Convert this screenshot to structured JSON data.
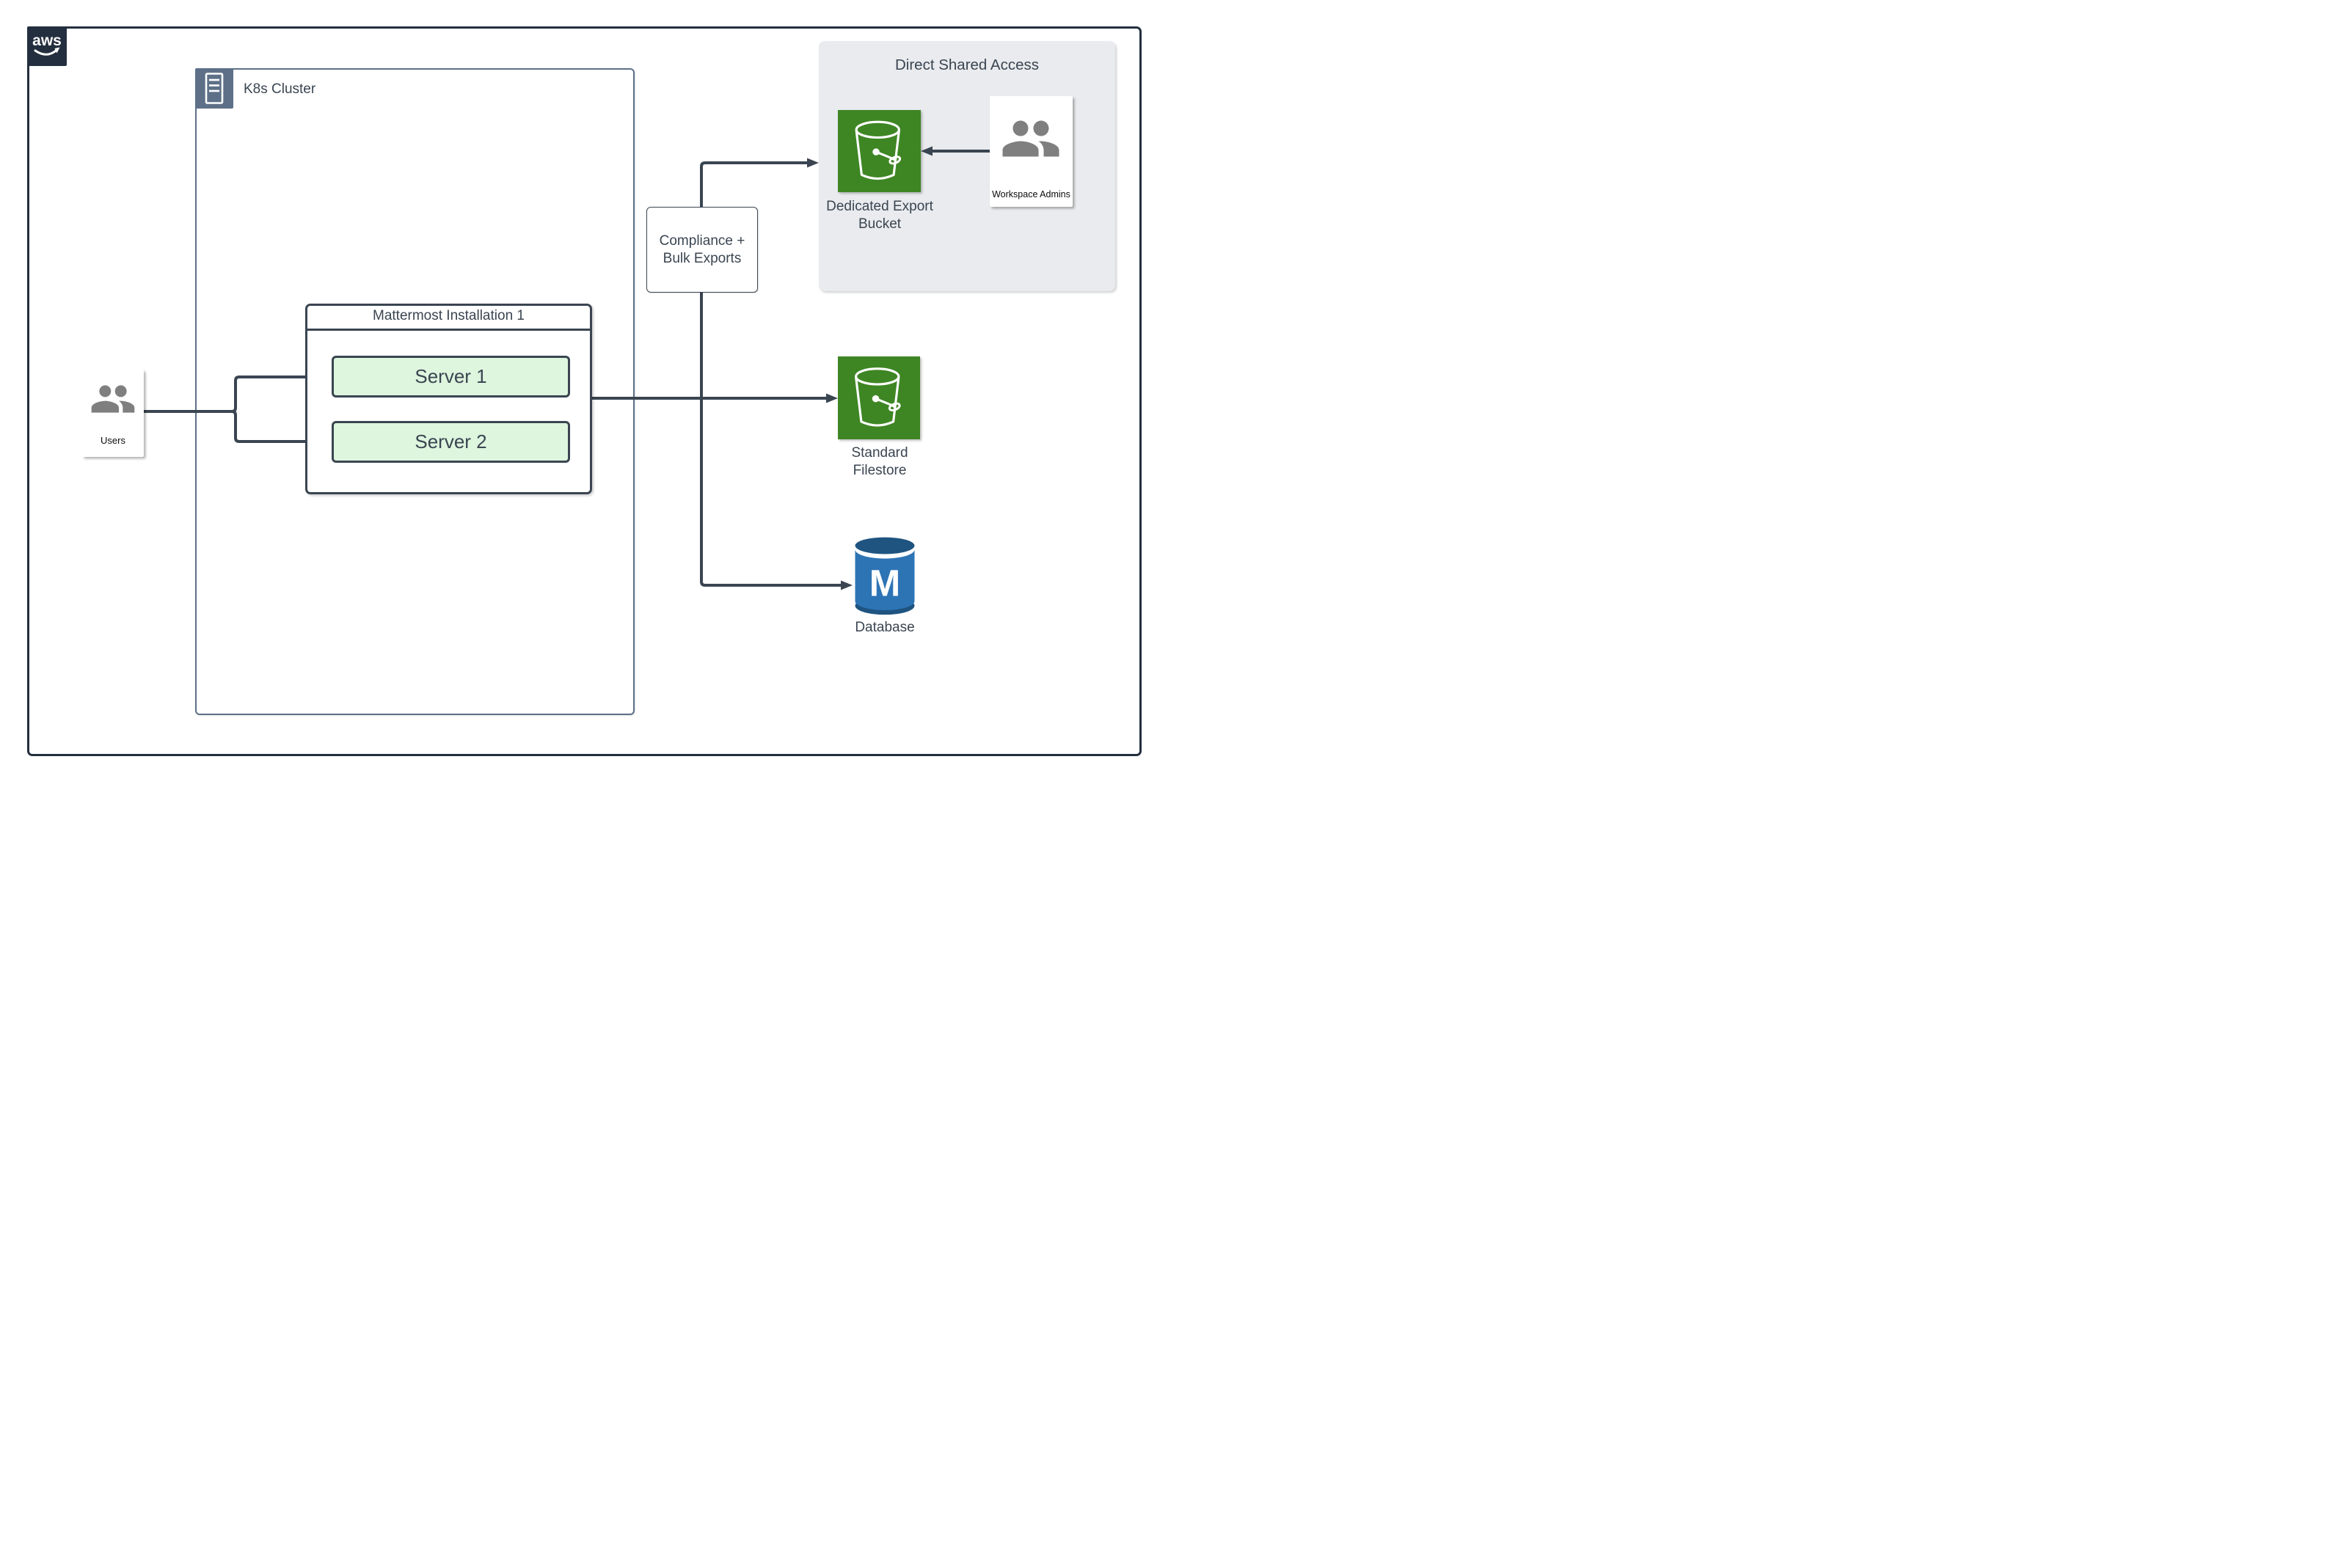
{
  "diagram": {
    "provider": "aws",
    "k8s_cluster": {
      "label": "K8s Cluster"
    },
    "users": {
      "label": "Users"
    },
    "mattermost": {
      "title": "Mattermost Installation 1",
      "servers": [
        {
          "label": "Server 1"
        },
        {
          "label": "Server 2"
        }
      ]
    },
    "compliance_exports": {
      "line1": "Compliance +",
      "line2": "Bulk Exports"
    },
    "direct_shared_access": {
      "title": "Direct Shared Access",
      "dedicated_export_bucket": {
        "line1": "Dedicated Export",
        "line2": "Bucket"
      },
      "workspace_admins": {
        "label": "Workspace Admins"
      }
    },
    "standard_filestore": {
      "line1": "Standard",
      "line2": "Filestore"
    },
    "database": {
      "label": "Database",
      "monogram": "M"
    },
    "icons": {
      "aws_logo": "aws-logo-icon",
      "k8s_badge": "server-rack-icon",
      "users": "people-icon",
      "workspace_admins": "people-icon",
      "buckets": "s3-bucket-icon",
      "database": "database-cylinder-icon"
    },
    "colors": {
      "ink": "#3A4551",
      "navy": "#232F3E",
      "slate": "#5D7088",
      "mint_fill": "#DEF5DE",
      "bucket_green": "#3E8624",
      "panel_gray": "#E9EBEE",
      "db_blue": "#2D74B5",
      "db_blue_dark": "#1F5480",
      "icon_gray": "#7F7F7F"
    }
  }
}
